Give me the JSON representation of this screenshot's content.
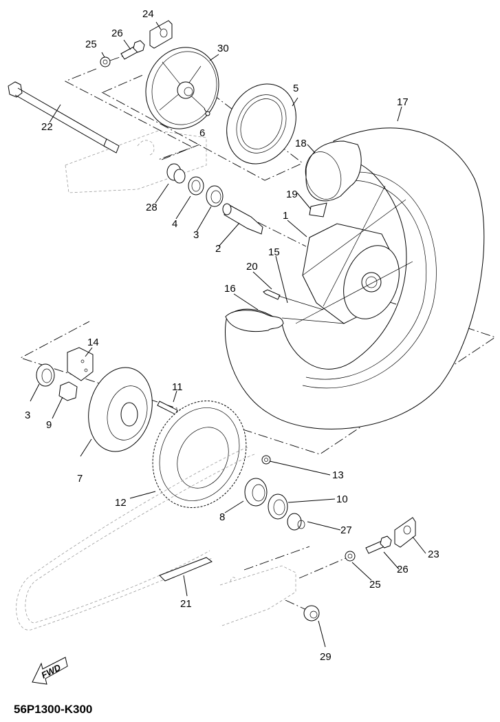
{
  "diagram": {
    "title_code": "56P1300-K300",
    "direction_label": "FWD",
    "part_callouts": [
      {
        "number": "1",
        "part": "hub"
      },
      {
        "number": "2",
        "part": "spacer-collar"
      },
      {
        "number": "3",
        "part": "bearing"
      },
      {
        "number": "3",
        "part": "bearing"
      },
      {
        "number": "4",
        "part": "oil-seal"
      },
      {
        "number": "5",
        "part": "brake-disc"
      },
      {
        "number": "6",
        "part": "bolt"
      },
      {
        "number": "7",
        "part": "sprocket-clutch-hub"
      },
      {
        "number": "8",
        "part": "bearing"
      },
      {
        "number": "9",
        "part": "collar"
      },
      {
        "number": "10",
        "part": "oil-seal"
      },
      {
        "number": "11",
        "part": "stud-bolt"
      },
      {
        "number": "12",
        "part": "driven-sprocket"
      },
      {
        "number": "13",
        "part": "nut"
      },
      {
        "number": "14",
        "part": "damper"
      },
      {
        "number": "15",
        "part": "spoke-set"
      },
      {
        "number": "16",
        "part": "rim"
      },
      {
        "number": "17",
        "part": "tire"
      },
      {
        "number": "18",
        "part": "tube"
      },
      {
        "number": "19",
        "part": "rim-band"
      },
      {
        "number": "20",
        "part": "valve"
      },
      {
        "number": "21",
        "part": "drive-chain"
      },
      {
        "number": "22",
        "part": "wheel-axle"
      },
      {
        "number": "23",
        "part": "chain-puller"
      },
      {
        "number": "24",
        "part": "chain-puller"
      },
      {
        "number": "25",
        "part": "nut"
      },
      {
        "number": "25",
        "part": "nut"
      },
      {
        "number": "26",
        "part": "adjusting-bolt"
      },
      {
        "number": "26",
        "part": "adjusting-bolt"
      },
      {
        "number": "27",
        "part": "collar"
      },
      {
        "number": "28",
        "part": "collar"
      },
      {
        "number": "29",
        "part": "axle-nut"
      },
      {
        "number": "30",
        "part": "brake-shoe-plate"
      }
    ]
  }
}
